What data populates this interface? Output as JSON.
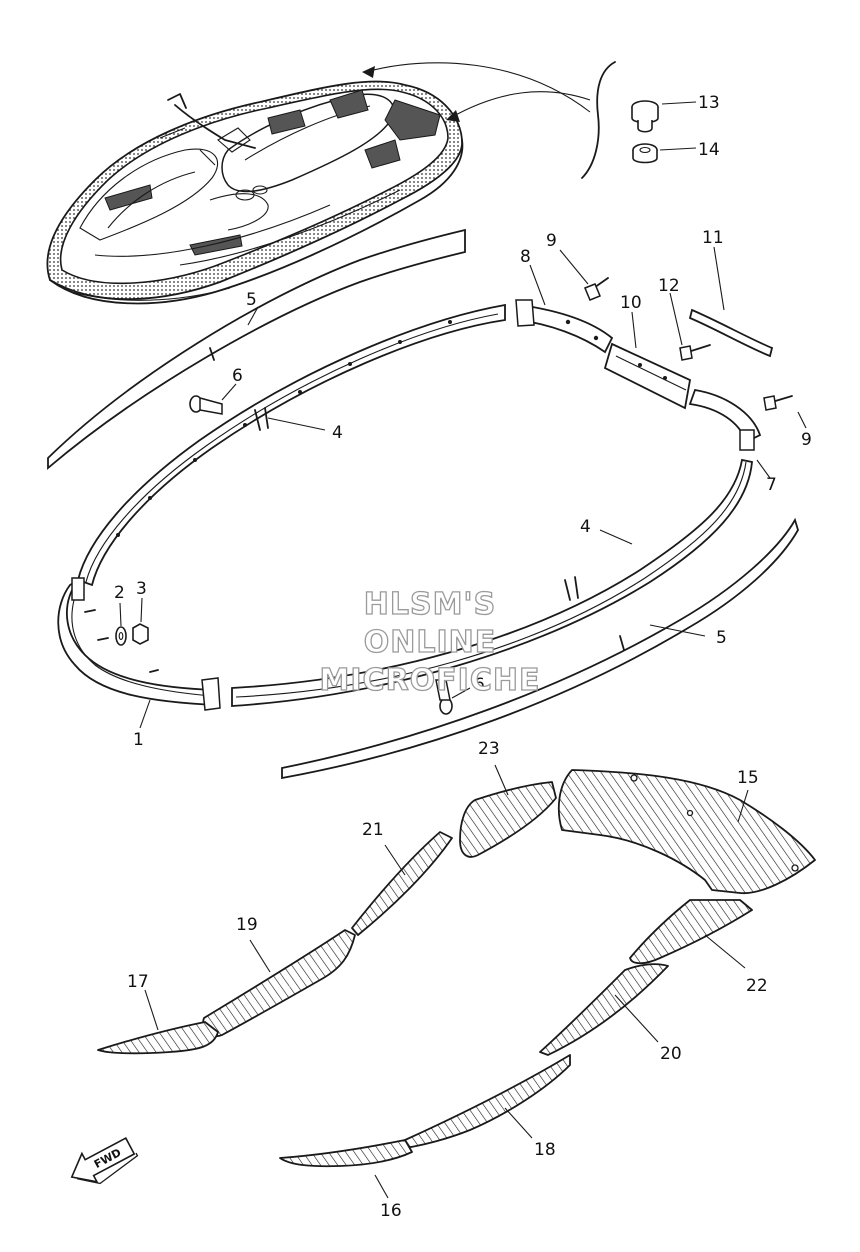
{
  "callouts": [
    "1",
    "2",
    "3",
    "4",
    "4",
    "5",
    "5",
    "6",
    "6",
    "7",
    "8",
    "9",
    "9",
    "10",
    "11",
    "12",
    "13",
    "14",
    "15",
    "16",
    "17",
    "18",
    "19",
    "20",
    "21",
    "22",
    "23"
  ],
  "watermark": [
    "HLSM'S",
    "ONLINE",
    "MICROFICHE"
  ],
  "fwd_label": "FWD"
}
